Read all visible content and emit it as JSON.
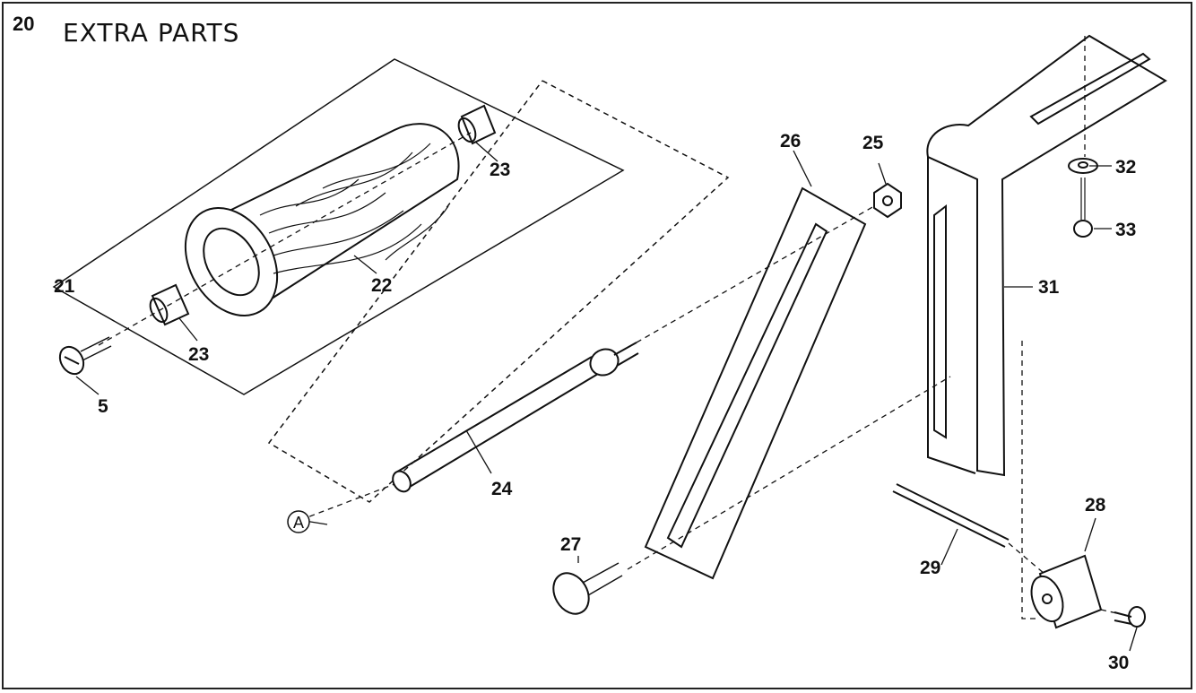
{
  "header": {
    "section_number": "20",
    "title": "EXTRA PARTS"
  },
  "callouts": {
    "p5": "5",
    "p21": "21",
    "p22": "22",
    "p23a": "23",
    "p23b": "23",
    "p24": "24",
    "p25": "25",
    "p26": "26",
    "p27": "27",
    "p28": "28",
    "p29": "29",
    "p30": "30",
    "p31": "31",
    "p32": "32",
    "p33": "33",
    "ref_a": "A"
  },
  "colors": {
    "ink": "#111111",
    "paper": "#ffffff"
  }
}
